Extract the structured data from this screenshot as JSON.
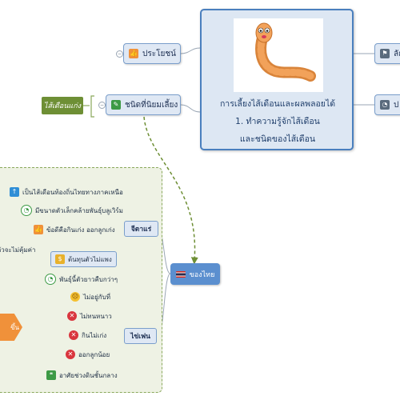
{
  "central": {
    "lines": [
      "การเลี้ยงไส้เดือนและผลพลอยได้",
      "1. ทำความรู้จักไส้เดือน",
      "และชนิดของไส้เดือน"
    ],
    "image_icon": "cartoon-worm"
  },
  "branches": {
    "benefit": {
      "label": "ประโยชน์",
      "icon": "thumbs-up-icon"
    },
    "popular_types": {
      "label": "ชนิดที่นิยมเลี้ยง",
      "icon": "pencil-icon"
    },
    "right_top": {
      "label": "ลัก",
      "icon": "flag-icon"
    },
    "right_mid": {
      "label": "ป",
      "icon": "clock-icon"
    }
  },
  "tag_label": "ไส้เดือนแก่ง",
  "thai_node": {
    "label": "ของไทย",
    "icon": "thai-flag-icon"
  },
  "left_tab": "ขึ้น",
  "jitanrae": {
    "label": "จีตาแร่",
    "items": [
      {
        "text": "เป็นไส้เดือนท้องถิ่นไทยทางภาคเหนือ",
        "icon": "arrow-up-icon"
      },
      {
        "text": "มีขนาดตัวเล็กคล้ายพันธุ์บลูเวิร์ม",
        "icon": "clock-icon"
      },
      {
        "text": "ข้อดีคือกินเก่ง ออกลูกเก่ง",
        "icon": "thumbs-up-icon"
      },
      {
        "text": "ต้นทุนตัวไม่แพง",
        "icon": "dollar-icon"
      }
    ],
    "partial_left": "ตัวจะไม่คุ้มค่า"
  },
  "khiphuen": {
    "label": "ไข่เฟน",
    "items": [
      {
        "text": "พันธุ์นี้ตัวยาวคืบกว่าๆ",
        "icon": "clock-icon"
      },
      {
        "text": "ไม่อยู่กับที่",
        "icon": "sad-face-icon"
      },
      {
        "text": "ไม่ทนหนาว",
        "icon": "x-circle-icon"
      },
      {
        "text": "กินไม่เก่ง",
        "icon": "x-circle-icon"
      },
      {
        "text": "ออกลูกน้อย",
        "icon": "x-circle-icon"
      },
      {
        "text": "อาศัยช่วงดินชั้นกลาง",
        "icon": "quote-icon"
      }
    ]
  },
  "colors": {
    "central_border": "#4a7fbe",
    "branch_fill": "#dfe8f4",
    "region_border": "#8aa85b",
    "connector_dash": "#6e8f35",
    "tag_green": "#6e8f35",
    "thai_node": "#5b8fcf",
    "orange": "#f0913a"
  }
}
